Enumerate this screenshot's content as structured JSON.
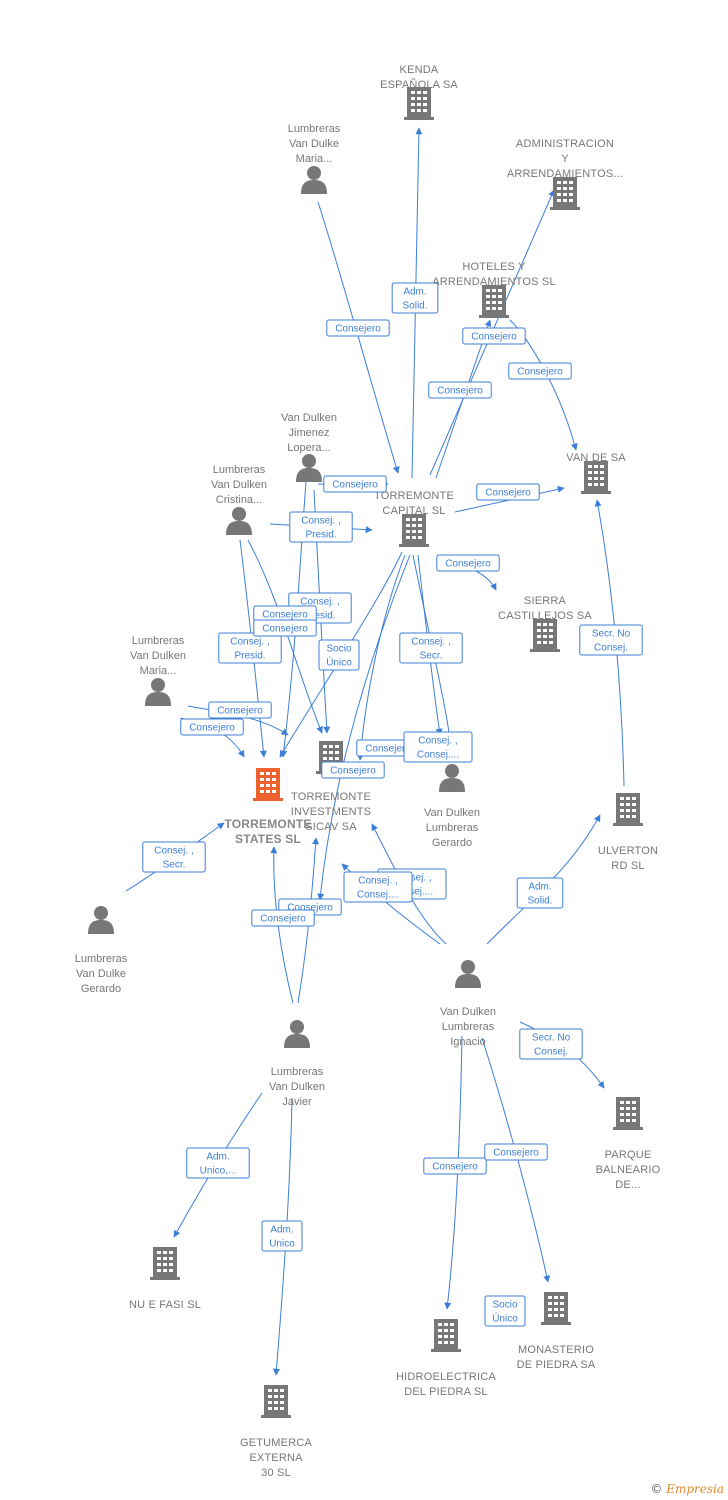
{
  "colors": {
    "edge": "#3d7fd6",
    "icon": "#777777",
    "main_icon": "#f0622d",
    "label": "#777777"
  },
  "nodes": [
    {
      "id": "kenda",
      "type": "company",
      "lines": [
        "KENDA",
        "ESPAÑOLA SA"
      ]
    },
    {
      "id": "admin",
      "type": "company",
      "lines": [
        "ADMINISTRACION",
        "Y",
        "ARRENDAMIENTOS..."
      ]
    },
    {
      "id": "lvd_maria_top",
      "type": "person",
      "lines": [
        "Lumbreras",
        "Van Dulke",
        "Maria..."
      ]
    },
    {
      "id": "hoteles",
      "type": "company",
      "lines": [
        "HOTELES Y",
        "ARRENDAMIENTOS SL"
      ]
    },
    {
      "id": "vdj_lopera",
      "type": "person",
      "lines": [
        "Van Dulken",
        "Jimenez",
        "Lopera..."
      ]
    },
    {
      "id": "vandesa",
      "type": "company",
      "lines": [
        "VAN DE SA"
      ]
    },
    {
      "id": "lvd_cristina",
      "type": "person",
      "lines": [
        "Lumbreras",
        "Van Dulken",
        "Cristina..."
      ]
    },
    {
      "id": "torremonte_capital",
      "type": "company",
      "lines": [
        "TORREMONTE",
        "CAPITAL SL"
      ]
    },
    {
      "id": "sierra",
      "type": "company",
      "lines": [
        "SIERRA",
        "CASTILLEJOS SA"
      ]
    },
    {
      "id": "lvd_maria_mid",
      "type": "person",
      "lines": [
        "Lumbreras",
        "Van Dulken",
        "Maria..."
      ]
    },
    {
      "id": "torremonte_estates",
      "type": "main",
      "lines": [
        "TORREMONTE",
        "STATES SL"
      ]
    },
    {
      "id": "torremonte_inv",
      "type": "company",
      "lines": [
        "TORREMONTE",
        "INVESTMENTS",
        "SICAV SA"
      ]
    },
    {
      "id": "vdl_gerardo",
      "type": "person",
      "lines": [
        "Van Dulken",
        "Lumbreras",
        "Gerardo"
      ]
    },
    {
      "id": "ulverton",
      "type": "company",
      "lines": [
        "ULVERTON",
        "RD SL"
      ]
    },
    {
      "id": "lvd_gerardo",
      "type": "person",
      "lines": [
        "Lumbreras",
        "Van Dulke",
        "Gerardo"
      ]
    },
    {
      "id": "vdl_ignacio",
      "type": "person",
      "lines": [
        "Van Dulken",
        "Lumbreras",
        "Ignacio"
      ]
    },
    {
      "id": "lvd_javier",
      "type": "person",
      "lines": [
        "Lumbreras",
        "Van Dulken",
        "Javier"
      ]
    },
    {
      "id": "parque",
      "type": "company",
      "lines": [
        "PARQUE",
        "BALNEARIO",
        "DE..."
      ]
    },
    {
      "id": "nufasi",
      "type": "company",
      "lines": [
        "NU E FASI SL"
      ]
    },
    {
      "id": "monasterio",
      "type": "company",
      "lines": [
        "MONASTERIO",
        "DE PIEDRA SA"
      ]
    },
    {
      "id": "hidro",
      "type": "company",
      "lines": [
        "HIDROELECTRICA",
        "DEL PIEDRA SL"
      ]
    },
    {
      "id": "getumerca",
      "type": "company",
      "lines": [
        "GETUMERCA",
        "EXTERNA",
        "30 SL"
      ]
    }
  ],
  "edges": [
    {
      "id": "e1",
      "lines": [
        "Adm.",
        "Solid."
      ]
    },
    {
      "id": "e2",
      "lines": [
        "Consejero"
      ]
    },
    {
      "id": "e3",
      "lines": [
        "Consejero"
      ]
    },
    {
      "id": "e4",
      "lines": [
        "Consejero"
      ]
    },
    {
      "id": "e5",
      "lines": [
        "Consejero"
      ]
    },
    {
      "id": "e6",
      "lines": [
        "Consejero"
      ]
    },
    {
      "id": "e7",
      "lines": [
        "Consejero"
      ]
    },
    {
      "id": "e8",
      "lines": [
        "Consej. ,",
        "Presid."
      ]
    },
    {
      "id": "e9",
      "lines": [
        "Consejero"
      ]
    },
    {
      "id": "e10",
      "lines": [
        "Consej. ,",
        "Presid."
      ]
    },
    {
      "id": "e11",
      "lines": [
        "Consej. ,",
        "Presid."
      ]
    },
    {
      "id": "e12",
      "lines": [
        "Consejero"
      ]
    },
    {
      "id": "e13",
      "lines": [
        "Consejero"
      ]
    },
    {
      "id": "e14",
      "lines": [
        "Socio",
        "Único"
      ]
    },
    {
      "id": "e15",
      "lines": [
        "Consej. ,",
        "Secr."
      ]
    },
    {
      "id": "e16",
      "lines": [
        "Consejero"
      ]
    },
    {
      "id": "e17",
      "lines": [
        "Consejero"
      ]
    },
    {
      "id": "e18",
      "lines": [
        "Consejero"
      ]
    },
    {
      "id": "e19",
      "lines": [
        "Consejero"
      ]
    },
    {
      "id": "e20",
      "lines": [
        "Consej. ,",
        "Consej...."
      ]
    },
    {
      "id": "e21",
      "lines": [
        "Secr.  No",
        "Consej."
      ]
    },
    {
      "id": "e22",
      "lines": [
        "Consej. ,",
        "Secr."
      ]
    },
    {
      "id": "e23",
      "lines": [
        "Adm.",
        "Solid."
      ]
    },
    {
      "id": "e24",
      "lines": [
        "Consej. ,",
        "Consej...."
      ]
    },
    {
      "id": "e25",
      "lines": [
        "Consej. ,",
        "Consej...."
      ]
    },
    {
      "id": "e26",
      "lines": [
        "Consejero"
      ]
    },
    {
      "id": "e27",
      "lines": [
        "Consejero"
      ]
    },
    {
      "id": "e28",
      "lines": [
        "Secr.  No",
        "Consej."
      ]
    },
    {
      "id": "e29",
      "lines": [
        "Adm.",
        "Unico,..."
      ]
    },
    {
      "id": "e30",
      "lines": [
        "Adm.",
        "Unico"
      ]
    },
    {
      "id": "e31",
      "lines": [
        "Consejero"
      ]
    },
    {
      "id": "e32",
      "lines": [
        "Consejero"
      ]
    },
    {
      "id": "e33",
      "lines": [
        "Socio",
        "Único"
      ]
    }
  ],
  "footer": {
    "copyright": "©",
    "brand": "Empresia"
  }
}
